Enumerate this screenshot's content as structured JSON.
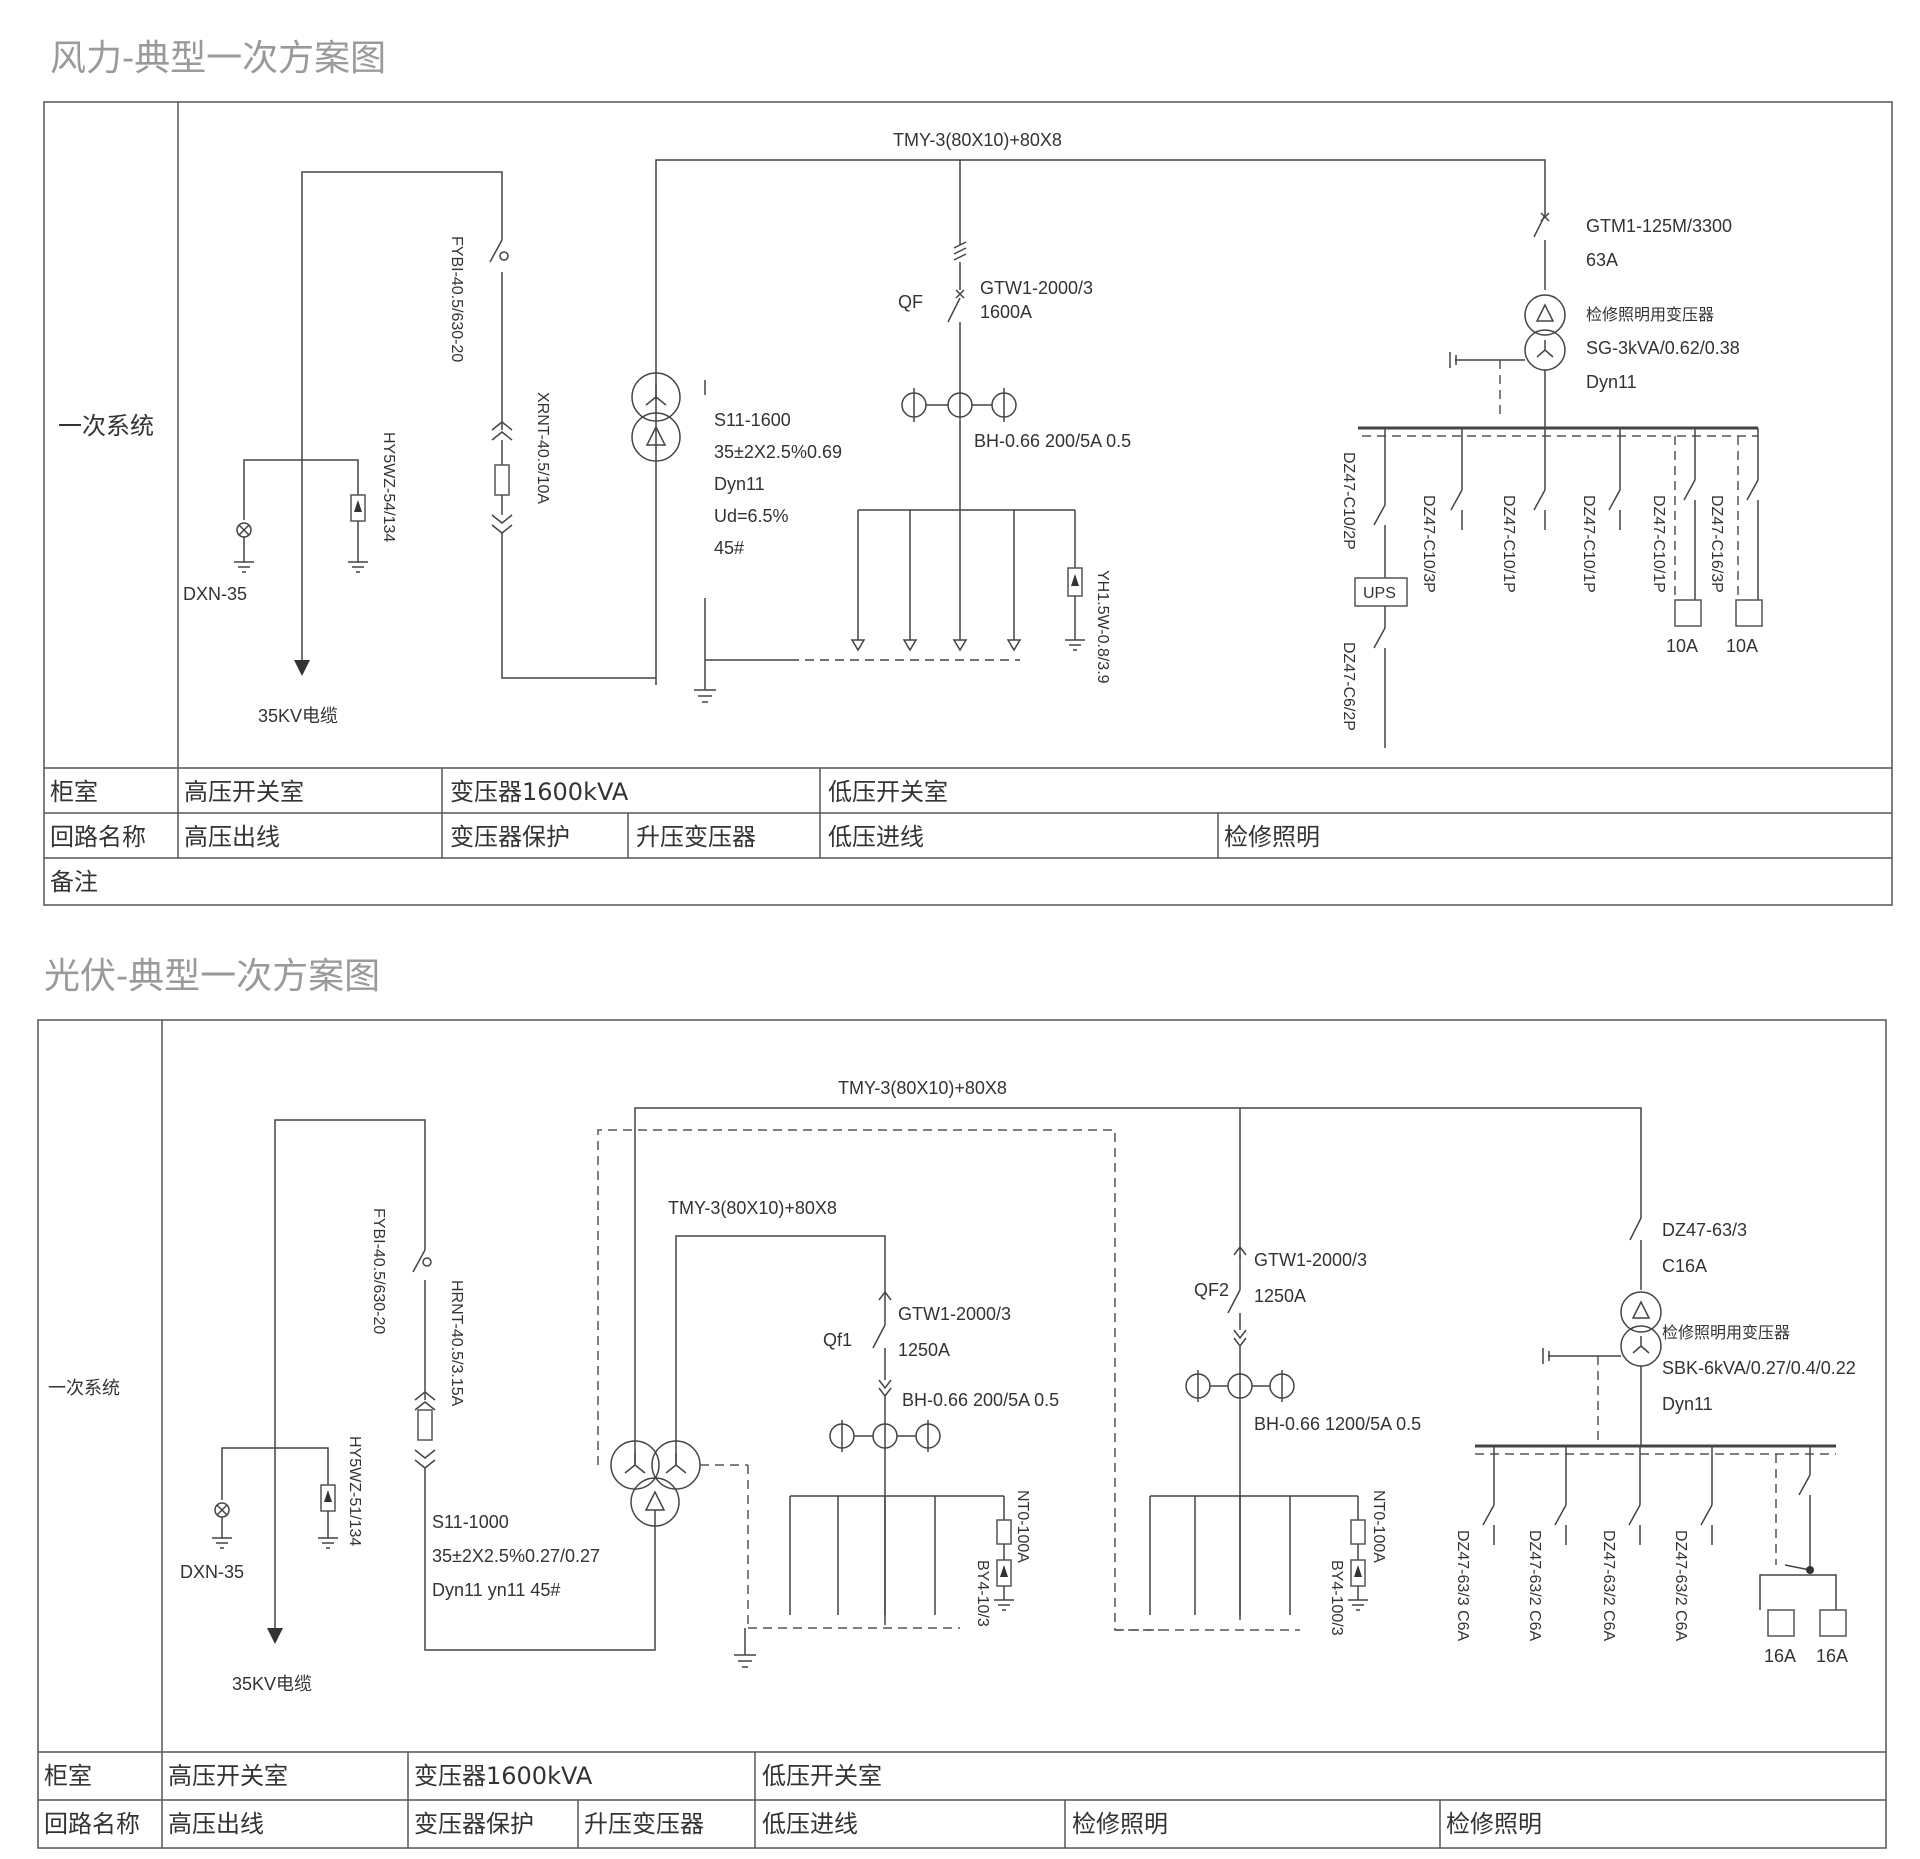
{
  "wind": {
    "title": "风力-典型一次方案图",
    "side_label": "一次系统",
    "labels": {
      "main_bus": "TMY-3(80X10)+80X8",
      "hv_switch": "FYBI-40.5/630-20",
      "hv_fuse": "XRNT-40.5/10A",
      "arrester": "HY5WZ-54/134",
      "indicator": "DXN-35",
      "cable": "35KV电缆",
      "tr_model": "S11-1600",
      "tr_ratio": "35±2X2.5%0.69",
      "tr_group": "Dyn11",
      "tr_ud": "Ud=6.5%",
      "tr_no": "45#",
      "qf": "QF",
      "breaker_model": "GTW1-2000/3",
      "breaker_rating": "1600A",
      "ct": "BH-0.66 200/5A 0.5",
      "lv_arrester": "YH1.5W-0.8/3.9",
      "aux_breaker": "GTM1-125M/3300",
      "aux_rating": "63A",
      "aux_tr_name": "检修照明用变压器",
      "aux_tr_model": "SG-3kVA/0.62/0.38",
      "aux_tr_group": "Dyn11",
      "fb1": "DZ47-C10/2P",
      "ups": "UPS",
      "fb1b": "DZ47-C6/2P",
      "fb2": "DZ47-C10/3P",
      "fb3": "DZ47-C10/1P",
      "fb4": "DZ47-C10/1P",
      "fb5": "DZ47-C10/1P",
      "fb6": "DZ47-C16/3P",
      "socket1": "10A",
      "socket2": "10A"
    },
    "table": {
      "row1_label": "柜室",
      "row1": [
        "高压开关室",
        "变压器1600kVA",
        "低压开关室"
      ],
      "row2_label": "回路名称",
      "row2": [
        "高压出线",
        "变压器保护",
        "升压变压器",
        "低压进线",
        "检修照明"
      ],
      "row3_label": "备注"
    }
  },
  "pv": {
    "title": "光伏-典型一次方案图",
    "side_label": "一次系统",
    "labels": {
      "main_bus": "TMY-3(80X10)+80X8",
      "sub_bus": "TMY-3(80X10)+80X8",
      "hv_switch": "FYBI-40.5/630-20",
      "hv_fuse": "HRNT-40.5/3.15A",
      "arrester": "HY5WZ-51/134",
      "indicator": "DXN-35",
      "cable": "35KV电缆",
      "tr_model": "S11-1000",
      "tr_ratio": "35±2X2.5%0.27/0.27",
      "tr_group": "Dyn11 yn11 45#",
      "qf1": "Qf1",
      "b1_model": "GTW1-2000/3",
      "b1_rating": "1250A",
      "ct1": "BH-0.66 200/5A 0.5",
      "nt1": "NT0-100A",
      "by1": "BY4-10/3",
      "qf2": "QF2",
      "b2_model": "GTW1-2000/3",
      "b2_rating": "1250A",
      "ct2": "BH-0.66 1200/5A 0.5",
      "nt2": "NT0-100A",
      "by2": "BY4-100/3",
      "aux_breaker": "DZ47-63/3",
      "aux_rating": "C16A",
      "aux_tr_name": "检修照明用变压器",
      "aux_tr_model": "SBK-6kVA/0.27/0.4/0.22",
      "aux_tr_group": "Dyn11",
      "fb1": "DZ47-63/3 C6A",
      "fb2": "DZ47-63/2 C6A",
      "fb3": "DZ47-63/2 C6A",
      "fb4": "DZ47-63/2 C6A",
      "socket1": "16A",
      "socket2": "16A"
    },
    "table": {
      "row1_label": "柜室",
      "row1": [
        "高压开关室",
        "变压器1600kVA",
        "低压开关室"
      ],
      "row2_label": "回路名称",
      "row2": [
        "高压出线",
        "变压器保护",
        "升压变压器",
        "低压进线",
        "检修照明",
        "检修照明"
      ]
    }
  }
}
